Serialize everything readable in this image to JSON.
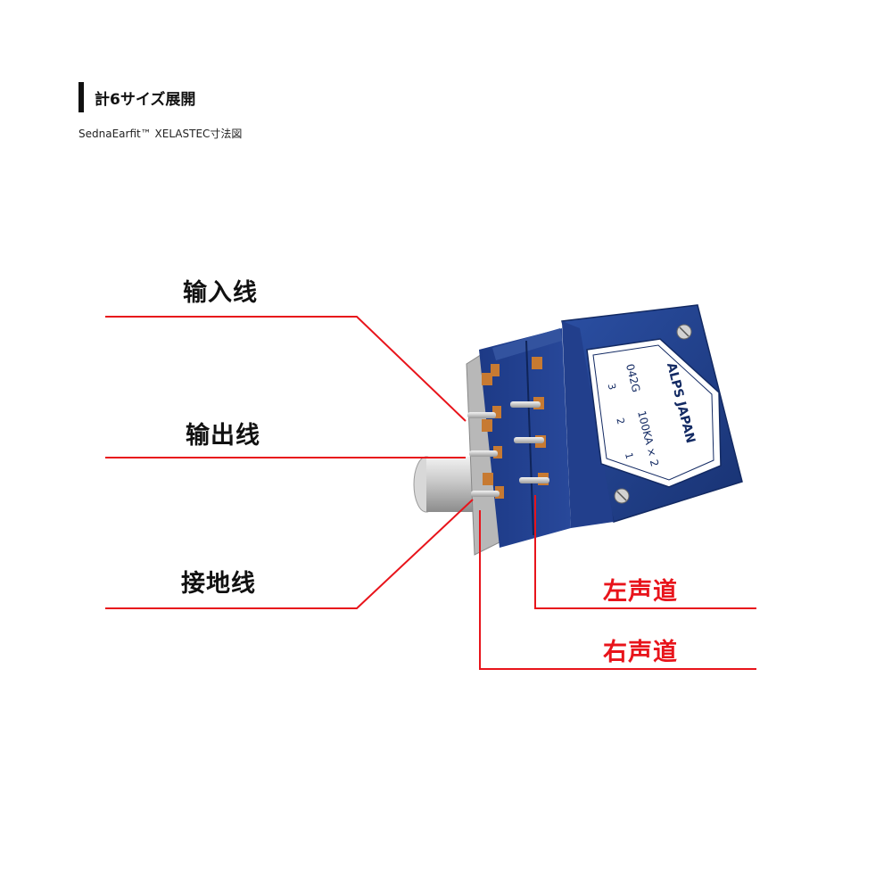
{
  "header": {
    "title": "計6サイズ展開",
    "subtitle": "SednaEarfit™ XELASTEC寸法図"
  },
  "labels": {
    "input_wire": "输入线",
    "output_wire": "输出线",
    "ground_wire": "接地线",
    "left_channel": "左声道",
    "right_channel": "右声道"
  },
  "component": {
    "brand": "ALPS JAPAN",
    "model": "042G",
    "rating": "100KA × 2",
    "pin_3": "3",
    "pin_2": "2",
    "pin_1": "1"
  },
  "colors": {
    "leader_line": "#e8141b",
    "body_blue": "#1e3e8c",
    "label_plate": "#ffffff"
  }
}
